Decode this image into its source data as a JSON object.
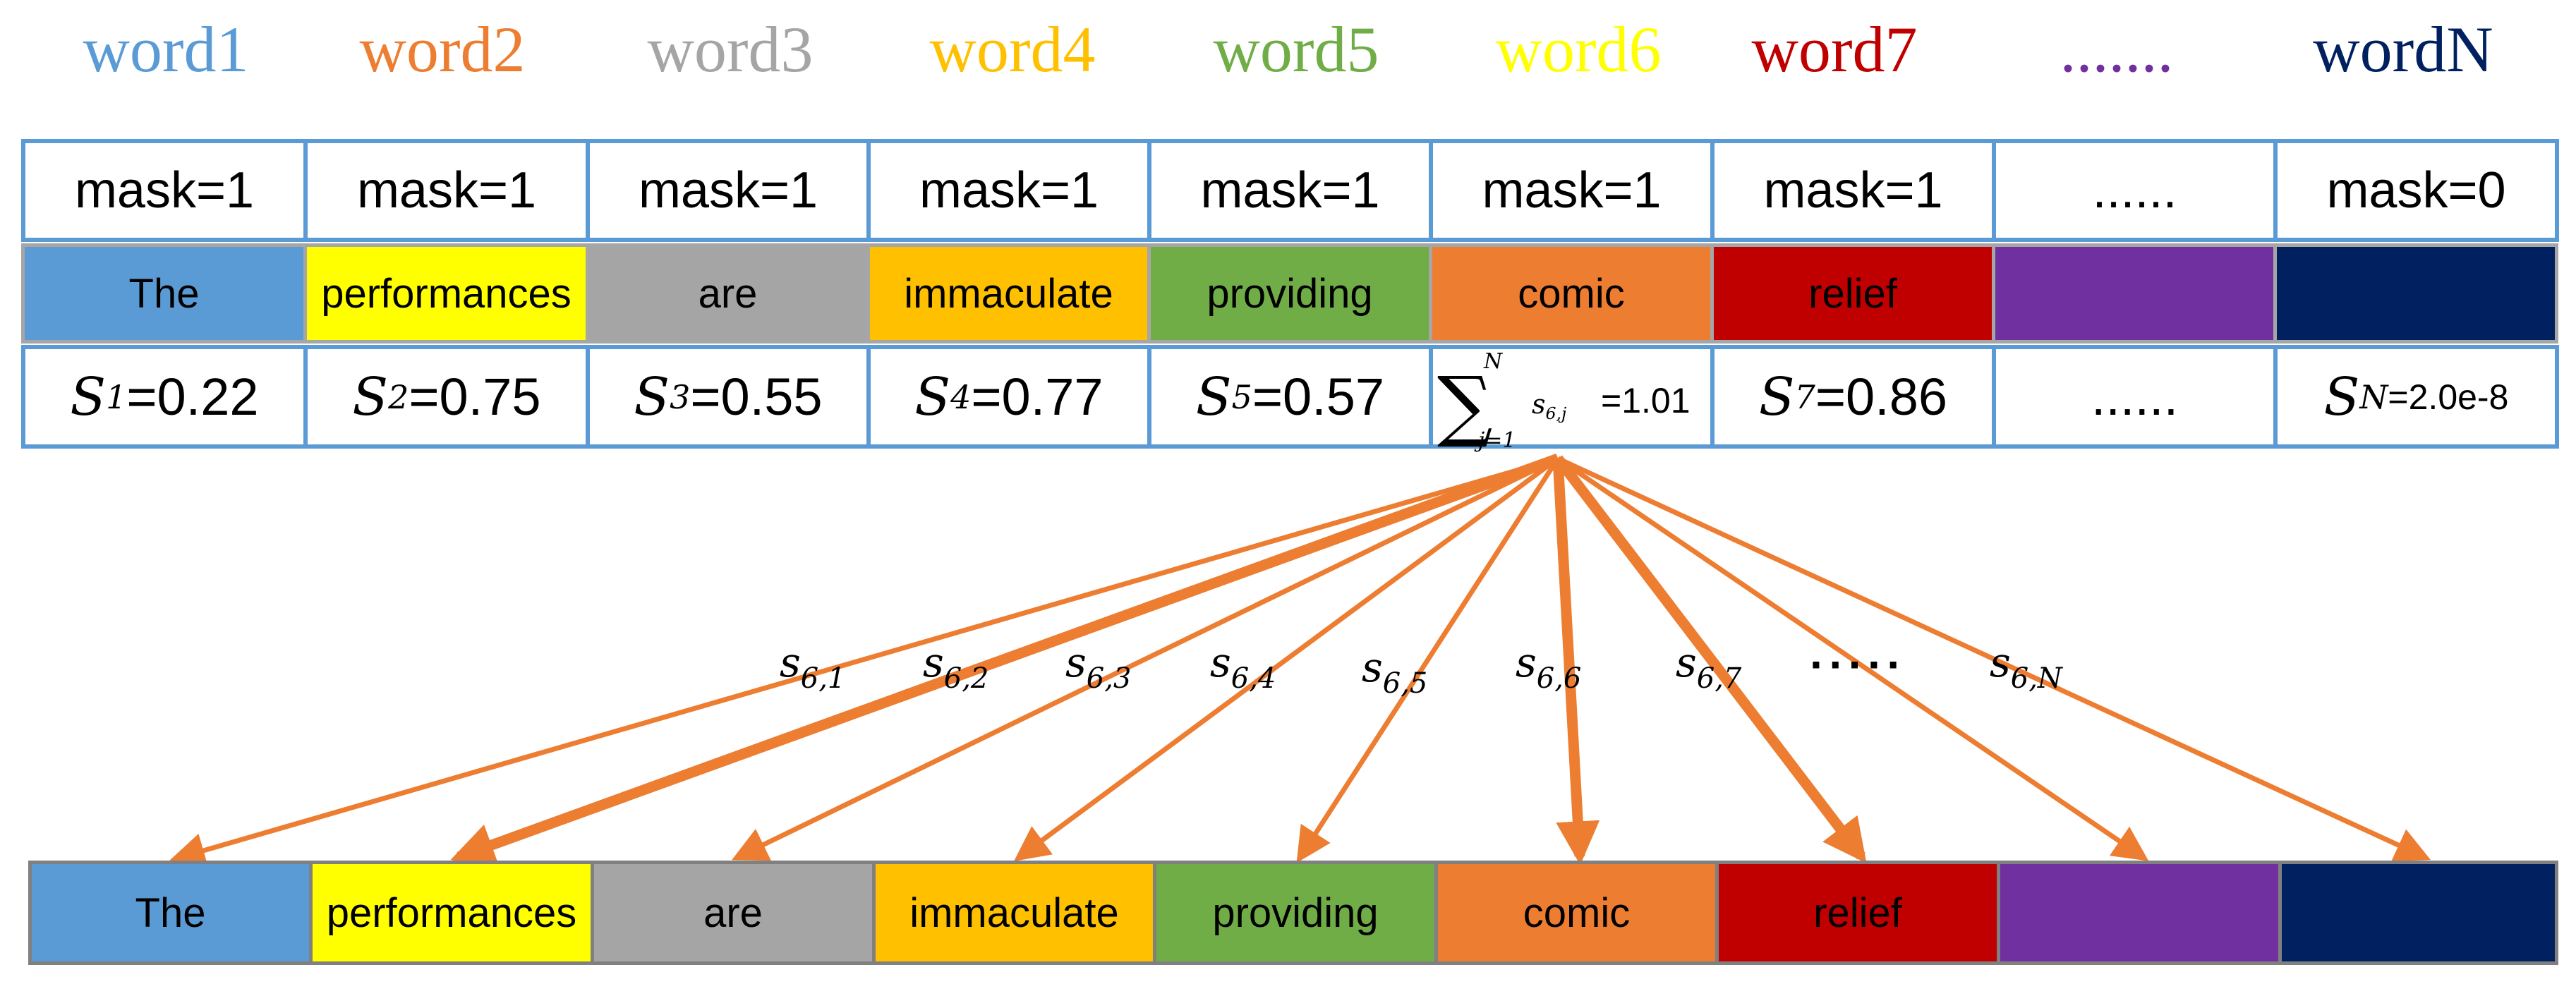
{
  "header_words": [
    {
      "text": "word1",
      "color": "#5b9bd5"
    },
    {
      "text": "word2",
      "color": "#ed7d31"
    },
    {
      "text": "word3",
      "color": "#a5a5a5"
    },
    {
      "text": "word4",
      "color": "#ffc000"
    },
    {
      "text": "word5",
      "color": "#70ad47"
    },
    {
      "text": "word6",
      "color": "#ffff00"
    },
    {
      "text": "word7",
      "color": "#c00000"
    },
    {
      "text": ".......",
      "color": "#7030a0"
    },
    {
      "text": "wordN",
      "color": "#002060"
    }
  ],
  "masks": [
    "mask=1",
    "mask=1",
    "mask=1",
    "mask=1",
    "mask=1",
    "mask=1",
    "mask=1",
    "......",
    "mask=0"
  ],
  "tokens": [
    {
      "text": "The",
      "color": "#5b9bd5"
    },
    {
      "text": "performances",
      "color": "#ffff00"
    },
    {
      "text": "are",
      "color": "#a5a5a5"
    },
    {
      "text": "immaculate",
      "color": "#ffc000"
    },
    {
      "text": "providing",
      "color": "#70ad47"
    },
    {
      "text": "comic",
      "color": "#ed7d31"
    },
    {
      "text": "relief",
      "color": "#c00000"
    },
    {
      "text": "",
      "color": "#7030a0"
    },
    {
      "text": "",
      "color": "#002060"
    }
  ],
  "scores": [
    {
      "symbol": "S",
      "sub": "1",
      "value": " =0.22"
    },
    {
      "symbol": "S",
      "sub": "2",
      "value": "=0.75"
    },
    {
      "symbol": "S",
      "sub": "3",
      "value": "=0.55"
    },
    {
      "symbol": "S",
      "sub": "4",
      "value": "=0.77"
    },
    {
      "symbol": "S",
      "sub": "5",
      "value": "=0.57"
    },
    {
      "sum_sigma": "∑",
      "sum_upper": "N",
      "sum_lower": "j=1",
      "sum_symbol": "s",
      "sum_sub": "6,j",
      "value": "=1.01"
    },
    {
      "symbol": "S",
      "sub": "7",
      "value": "=0.86"
    },
    {
      "value": "......"
    },
    {
      "symbol": "S",
      "sub": "N",
      "value": "=2.0e-8"
    }
  ],
  "edge_labels": [
    {
      "symbol": "s",
      "sub": "6,1"
    },
    {
      "symbol": "s",
      "sub": "6,2"
    },
    {
      "symbol": "s",
      "sub": "6,3"
    },
    {
      "symbol": "s",
      "sub": "6,4"
    },
    {
      "symbol": "s",
      "sub": "6,5"
    },
    {
      "symbol": "s",
      "sub": "6,6"
    },
    {
      "symbol": "s",
      "sub": "6,7"
    },
    {
      "symbol": "·····",
      "sub": ""
    },
    {
      "symbol": "s",
      "sub": "6,N"
    }
  ],
  "edge_weights": [
    "thin",
    "thick",
    "thin",
    "thin",
    "thin",
    "thick",
    "thick",
    "thin",
    "thin"
  ],
  "arrow_color": "#ed7d31"
}
